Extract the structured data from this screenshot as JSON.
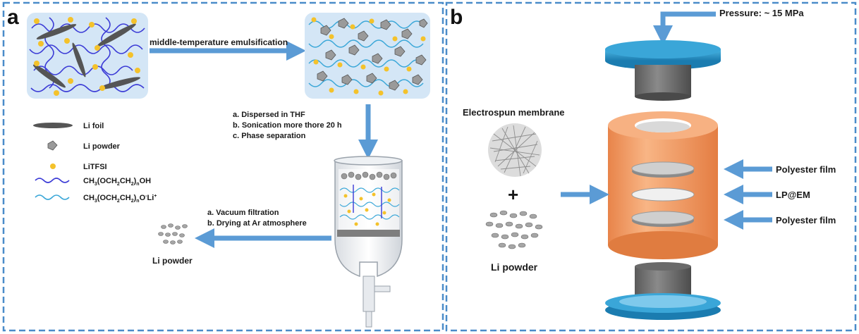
{
  "panel_a": {
    "letter": "a",
    "emulsification_label": "middle-temperature emulsification",
    "steps_1": [
      "a. Dispersed in THF",
      "b. Sonication more thore 20 h",
      "c. Phase separation"
    ],
    "steps_2": [
      "a. Vacuum filtration",
      "b. Drying at Ar atmosphere"
    ],
    "product_label": "Li powder",
    "legend": {
      "li_foil": "Li foil",
      "li_powder": "Li powder",
      "litfsi": "LiTFSI",
      "peg_a": "CH",
      "peg_a_sub1": "3",
      "peg_a_mid": "(OCH",
      "peg_a_sub2": "2",
      "peg_a_mid2": "CH",
      "peg_a_sub3": "2",
      "peg_a_mid3": ")",
      "peg_a_sub4": "n",
      "peg_a_end": "OH",
      "peg_b_end": "O",
      "peg_b_sup": "-",
      "peg_b_li": "Li",
      "peg_b_sup2": "+"
    },
    "colors": {
      "legend_line_1": "#3b3bd6",
      "legend_line_2": "#3aa7d8",
      "dot": "#f4c22b",
      "arrow": "#5b9bd5"
    }
  },
  "panel_b": {
    "letter": "b",
    "pressure_label": "Pressure: ~ 15 MPa",
    "membrane_label": "Electrospun membrane",
    "plus": "+",
    "powder_label": "Li powder",
    "layers": [
      "Polyester film",
      "LP@EM",
      "Polyester film"
    ],
    "colors": {
      "cylinder": "#f4a46e",
      "plate": "#1f8fc4",
      "arrow": "#5b9bd5"
    }
  },
  "border_color": "#4a8cc9"
}
